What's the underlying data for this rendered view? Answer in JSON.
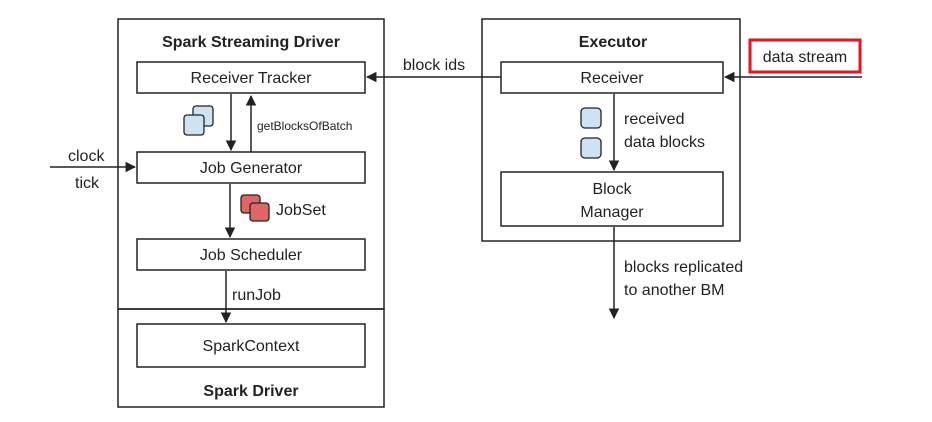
{
  "diagram": {
    "streaming_driver": {
      "title": "Spark Streaming Driver",
      "receiver_tracker": "Receiver Tracker",
      "get_blocks_label": "getBlocksOfBatch",
      "job_generator": "Job Generator",
      "jobset_label": "JobSet",
      "job_scheduler": "Job Scheduler",
      "runjob_label": "runJob"
    },
    "spark_driver": {
      "title": "Spark Driver",
      "spark_context": "SparkContext"
    },
    "clock": {
      "line1": "clock",
      "line2": "tick"
    },
    "block_ids_label": "block ids",
    "executor": {
      "title": "Executor",
      "receiver": "Receiver",
      "received_line1": "received",
      "received_line2": "data blocks",
      "block_manager_line1": "Block",
      "block_manager_line2": "Manager"
    },
    "data_stream_label": "data stream",
    "replicated": {
      "line1": "blocks replicated",
      "line2": "to another BM"
    },
    "colors": {
      "line": "#222222",
      "block_blue": "#cfe2f3",
      "jobset_red": "#e06666",
      "highlight": "#e8141c"
    }
  }
}
